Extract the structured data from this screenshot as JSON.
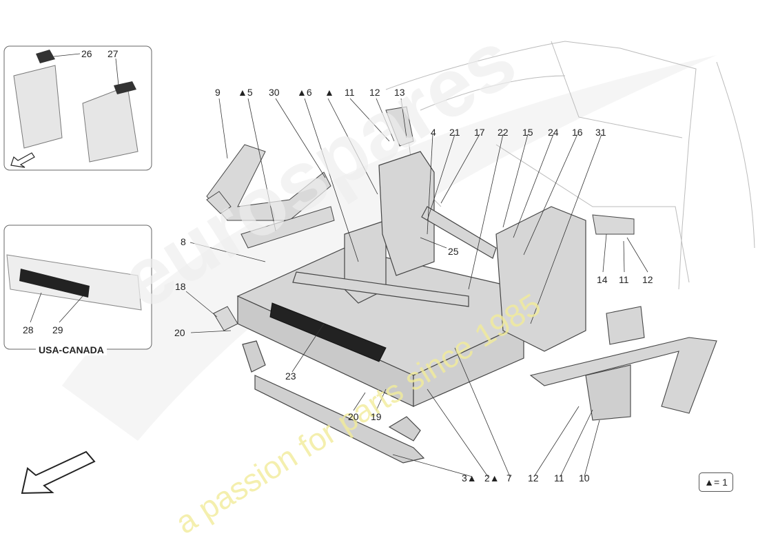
{
  "inset_caption": "USA-CANADA",
  "legend": "▲= 1",
  "watermark": {
    "brand": "eurospares",
    "tagline": "a passion for parts since 1985"
  },
  "callouts": {
    "c9": "9",
    "c5": "▲5",
    "c30": "30",
    "c6": "▲6",
    "ctri": "▲",
    "c11a": "11",
    "c12a": "12",
    "c13": "13",
    "c4": "4",
    "c21": "21",
    "c17": "17",
    "c22": "22",
    "c15": "15",
    "c24": "24",
    "c16": "16",
    "c31": "31",
    "c8": "8",
    "c25": "25",
    "c14": "14",
    "c11b": "11",
    "c12b": "12",
    "c18": "18",
    "c20a": "20",
    "c23": "23",
    "c20b": "20",
    "c19": "19",
    "c3": "3▲",
    "c2": "2▲",
    "c7": "7",
    "c12c": "12",
    "c11c": "11",
    "c10": "10",
    "c26": "26",
    "c27": "27",
    "c28": "28",
    "c29": "29"
  },
  "colors": {
    "line": "#444444",
    "panel": "#d9d9d9",
    "dark": "#222222",
    "watermark": "#e8e8e8"
  }
}
